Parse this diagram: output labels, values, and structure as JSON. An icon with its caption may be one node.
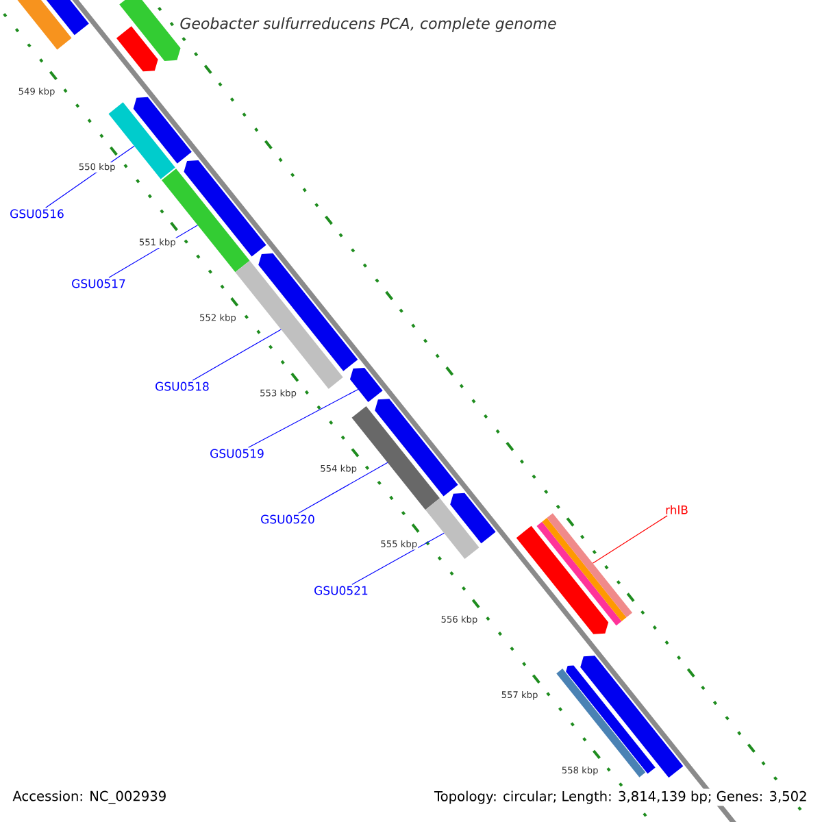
{
  "diagram": {
    "title": "Geobacter sulfurreducens PCA, complete genome",
    "nodes": [
      {
        "text": [],
        "shape": "bar"
      },
      {
        "text": [],
        "shape": "bar"
      },
      {
        "text": [],
        "shape": "bar"
      },
      {
        "text": [],
        "shape": "bar"
      },
      {
        "text": [],
        "shape": "bar"
      },
      {
        "text": [],
        "shape": "bar"
      },
      {
        "text": [],
        "shape": "bar"
      },
      {
        "text": [],
        "shape": "bar"
      },
      {
        "text": [],
        "shape": "bar"
      },
      {
        "text": [],
        "shape": "bar"
      },
      {
        "text": [],
        "shape": "bar"
      },
      {
        "text": [],
        "shape": "bar"
      },
      {
        "text": [],
        "shape": "bar"
      },
      {
        "text": [],
        "shape": "bar"
      },
      {
        "text": [],
        "shape": "bar"
      },
      {
        "text": [],
        "shape": "bar"
      },
      {
        "text": [],
        "shape": "bar"
      },
      {
        "text": [],
        "shape": "bar"
      },
      {
        "text": [],
        "shape": "bar"
      },
      {
        "text": [],
        "shape": "bar"
      },
      {
        "text": [],
        "shape": "bar"
      },
      {
        "text": [],
        "shape": "bar"
      },
      {
        "text": [
          "GSU0516"
        ]
      },
      {
        "text": [
          "GSU0517"
        ]
      },
      {
        "text": [
          "GSU0518"
        ]
      },
      {
        "text": [
          "GSU0519"
        ]
      },
      {
        "text": [
          "GSU0520"
        ]
      },
      {
        "text": [
          "GSU0521"
        ]
      },
      {
        "text": [
          "rhlB"
        ]
      }
    ],
    "edges": [
      {
        "from": 22,
        "to": 4,
        "arrow": "none"
      },
      {
        "from": 23,
        "to": 6,
        "arrow": "none"
      },
      {
        "from": 24,
        "to": 8,
        "arrow": "none"
      },
      {
        "from": 25,
        "to": 10,
        "arrow": "none"
      },
      {
        "from": 26,
        "to": 11,
        "arrow": "none"
      },
      {
        "from": 27,
        "to": 13,
        "arrow": "none"
      },
      {
        "from": 28,
        "to": 18,
        "arrow": "none",
        "color": "#ff0000"
      }
    ],
    "labels": [
      "549 kbp",
      "550 kbp",
      "551 kbp",
      "552 kbp",
      "553 kbp",
      "554 kbp",
      "555 kbp",
      "556 kbp",
      "557 kbp",
      "558 kbp",
      "Accession: NC_002939",
      "Topology: circular; Length: 3,814,139 bp; Genes: 3,502"
    ]
  }
}
